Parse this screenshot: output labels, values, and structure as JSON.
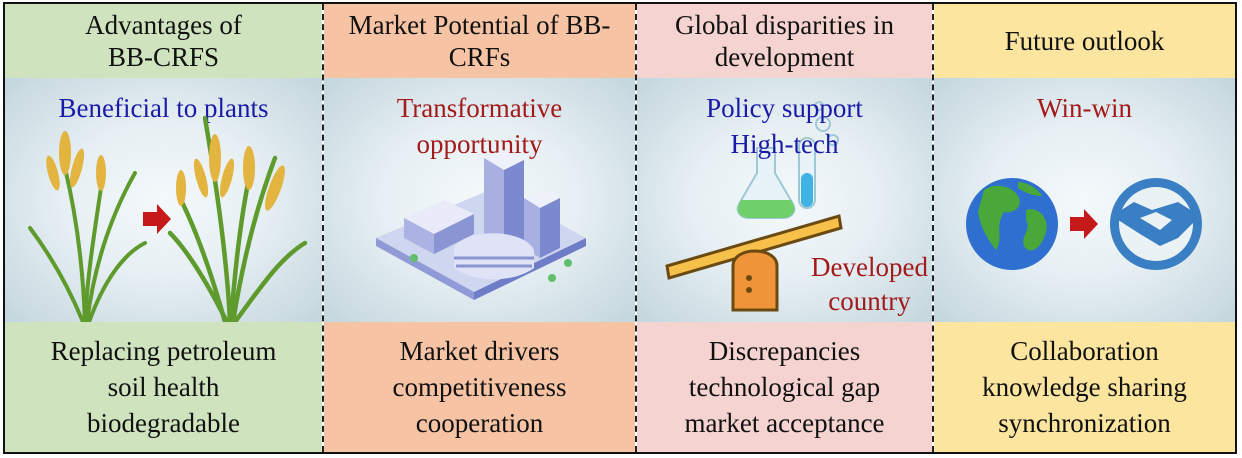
{
  "columns": [
    {
      "header": [
        "Advantages of",
        "BB-CRFS"
      ],
      "middle": [
        "Beneficial to plants"
      ],
      "footer": [
        "Replacing petroleum",
        "soil health",
        "biodegradable"
      ]
    },
    {
      "header": [
        "Market Potential of BB-",
        "CRFs"
      ],
      "middle": [
        "Transformative",
        "opportunity"
      ],
      "footer": [
        "Market drivers",
        "competitiveness",
        "cooperation"
      ]
    },
    {
      "header": [
        "Global disparities in",
        "development"
      ],
      "middle": [
        "Policy support",
        "High-tech"
      ],
      "middle_extra": [
        "Developed",
        "country"
      ],
      "footer": [
        "Discrepancies",
        "technological gap",
        "market acceptance"
      ]
    },
    {
      "header": [
        "Future outlook"
      ],
      "middle": [
        "Win-win"
      ],
      "footer": [
        "Collaboration",
        "knowledge sharing",
        "synchronization"
      ]
    }
  ],
  "colors": {
    "green": "#cfe3bf",
    "orange": "#f6c3a4",
    "pink": "#f5d3d0",
    "yellow": "#fbe59f",
    "blue_text": "#1a1aa8",
    "red_text": "#a31a1a"
  },
  "icons": [
    "wheat-plant-icon",
    "arrow-right-icon",
    "smart-city-icon",
    "lab-flask-icon",
    "seesaw-icon",
    "globe-icon",
    "handshake-icon"
  ]
}
